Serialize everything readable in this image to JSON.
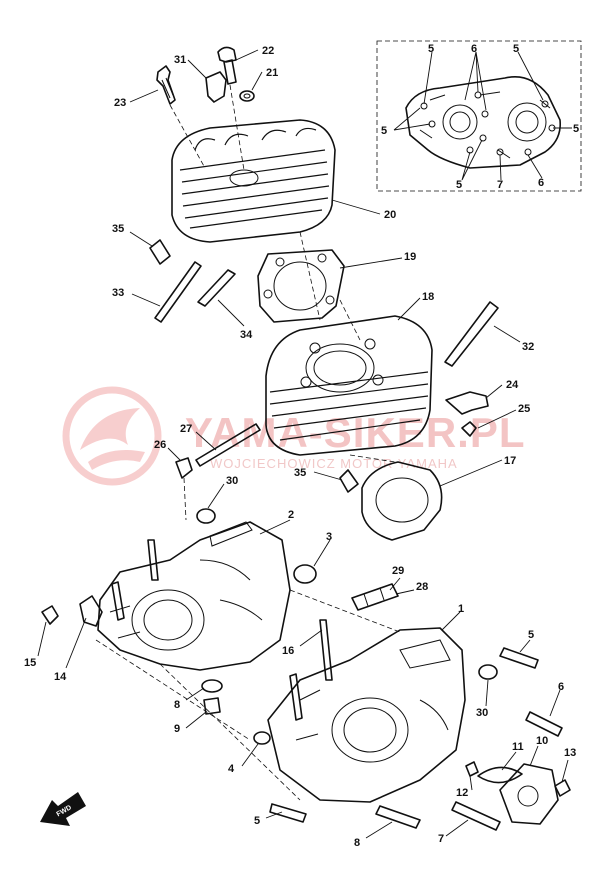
{
  "watermark": {
    "title": "YAMA-SIKER.PL",
    "subtitle": "WOJCIECHOWICZ MOTOR YAMAHA",
    "color": "#f4b8b8"
  },
  "callouts": {
    "n1": "1",
    "n2": "2",
    "n3": "3",
    "n5a": "5",
    "n5b": "5",
    "n6": "6",
    "n7": "7",
    "n8a": "8",
    "n8b": "8",
    "n9": "9",
    "n10": "10",
    "n11": "11",
    "n12": "12",
    "n13": "13",
    "n14": "14",
    "n15": "15",
    "n16": "16",
    "n17": "17",
    "n18": "18",
    "n19": "19",
    "n20": "20",
    "n21": "21",
    "n22": "22",
    "n23": "23",
    "n24": "24",
    "n25": "25",
    "n26": "26",
    "n27": "27",
    "n28": "28",
    "n29": "29",
    "n30a": "30",
    "n30b": "30",
    "n31": "31",
    "n32": "32",
    "n33": "33",
    "n34": "34",
    "n35a": "35",
    "n35b": "35",
    "n4": "4"
  },
  "inset": {
    "c5a": "5",
    "c6a": "6",
    "c5b": "5",
    "c5c": "5",
    "c5d": "5",
    "c5e": "5",
    "c7": "7",
    "c6b": "6"
  },
  "front_marker": "FWD"
}
